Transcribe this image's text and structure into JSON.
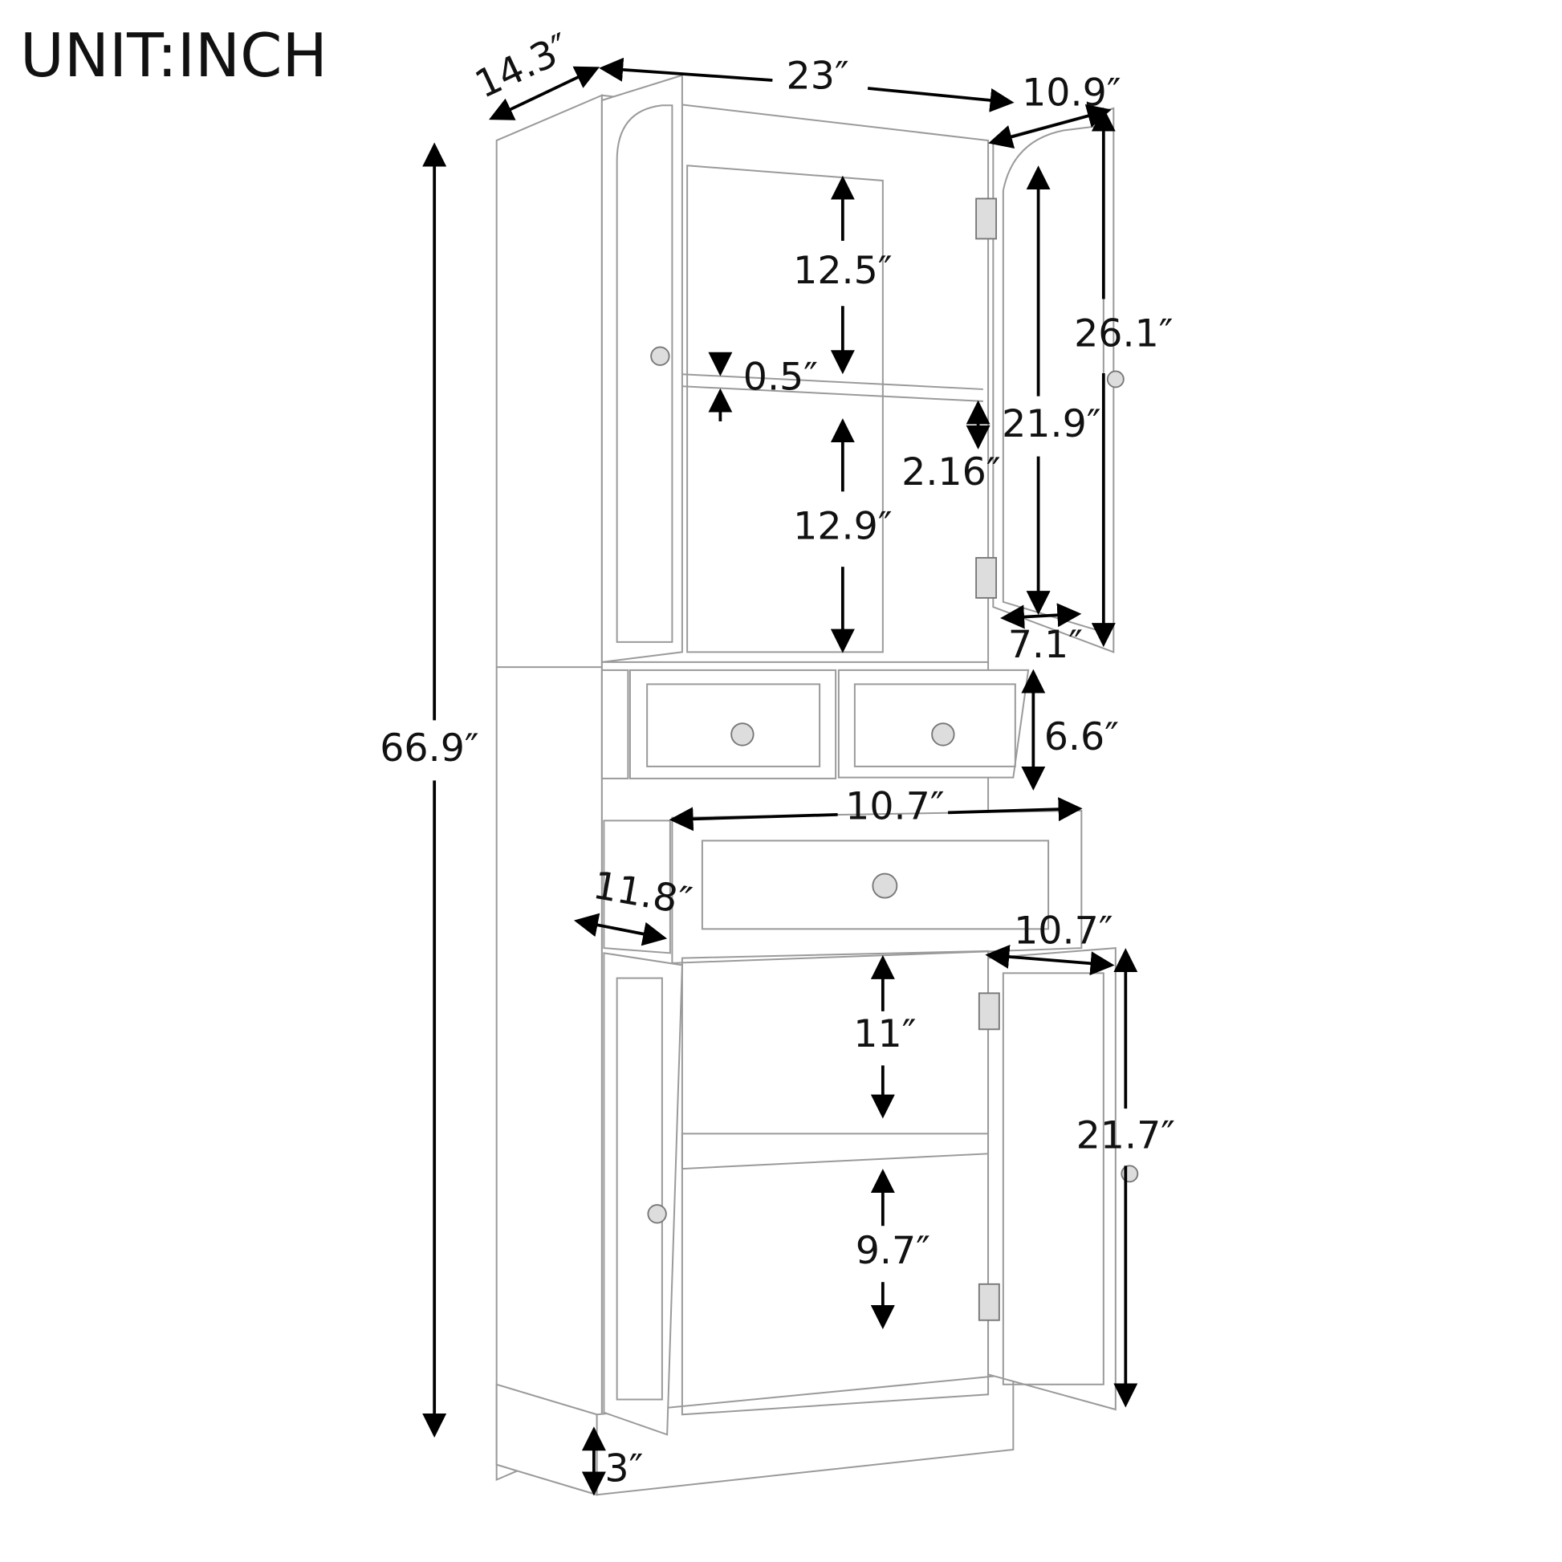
{
  "title": "UNIT:INCH",
  "dimensions": {
    "depth_top": "14.3″",
    "width_total": "23″",
    "door_width_top": "10.9″",
    "upper_shelf_space": "12.5″",
    "shelf_thickness": "0.5″",
    "upper_door_height": "26.1″",
    "glass_height": "21.9″",
    "shelf_adjust": "2.16″",
    "lower_shelf_space": "12.9″",
    "glass_width": "7.1″",
    "drawer_height": "6.6″",
    "height_total": "66.9″",
    "drawer_width": "10.7″",
    "drawer_depth": "11.8″",
    "door_width_bottom": "10.7″",
    "bottom_upper_space": "11″",
    "lower_door_height": "21.7″",
    "bottom_lower_space": "9.7″",
    "base_height": "3″"
  }
}
